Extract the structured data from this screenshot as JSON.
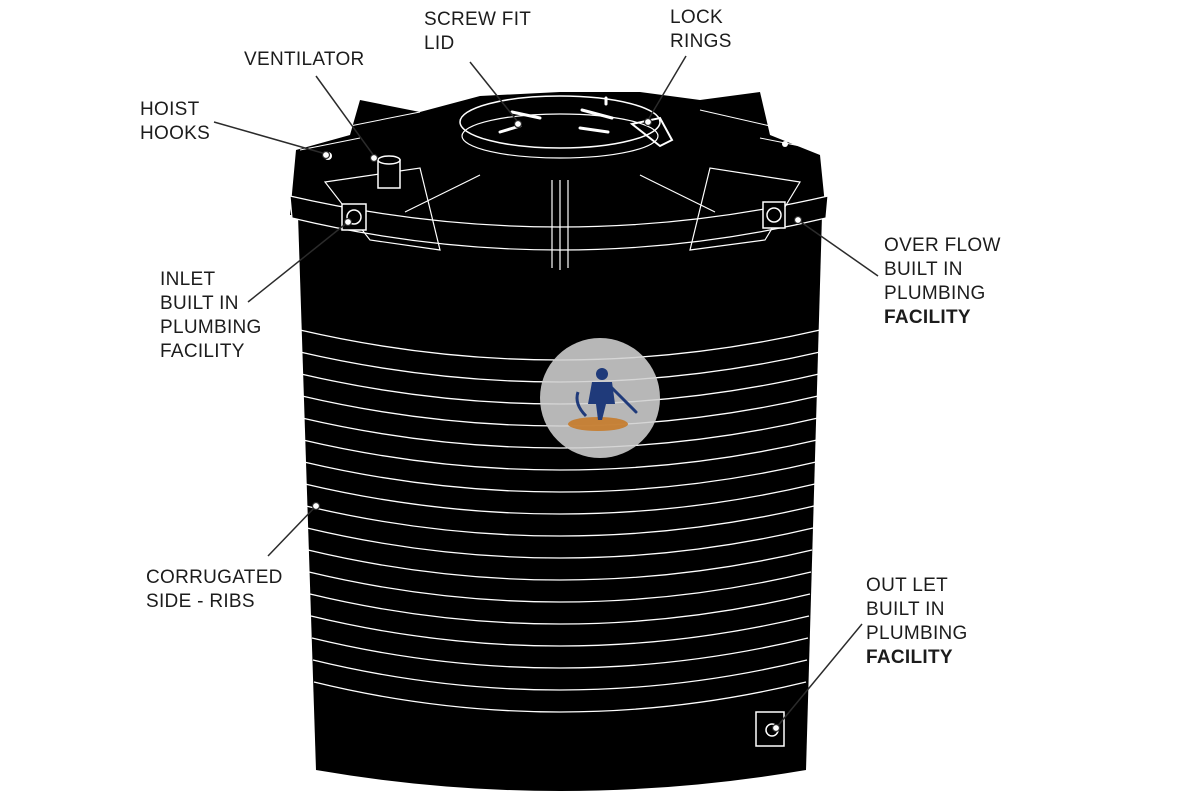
{
  "colors": {
    "tank": "#000000",
    "tank_line": "#ffffff",
    "leader": "#2b2b2b",
    "label": "#1c1c1c",
    "logo_circle": "#d0d0d0",
    "logo_figure": "#1f3a7a",
    "logo_accent": "#c77b2a"
  },
  "labels": {
    "screw_fit_lid": {
      "line1": "SCREW FIT",
      "line2": "LID"
    },
    "lock_rings": {
      "line1": "LOCK",
      "line2": "RINGS"
    },
    "ventilator": {
      "line1": "VENTILATOR"
    },
    "hoist_hooks": {
      "line1": "HOIST",
      "line2": "HOOKS"
    },
    "inlet": {
      "line1": "INLET",
      "line2": "BUILT IN",
      "line3": "PLUMBING",
      "line4": "FACILITY"
    },
    "over_flow": {
      "line1": "OVER FLOW",
      "line2": "BUILT IN",
      "line3": "PLUMBING",
      "line4": "FACILITY"
    },
    "corrugated": {
      "line1": "CORRUGATED",
      "line2": "SIDE - RIBS"
    },
    "out_let": {
      "line1": "OUT LET",
      "line2": "BUILT IN",
      "line3": "PLUMBING",
      "line4": "FACILITY"
    }
  },
  "icons": {
    "watermark": "worker-cleaning-logo-icon"
  }
}
